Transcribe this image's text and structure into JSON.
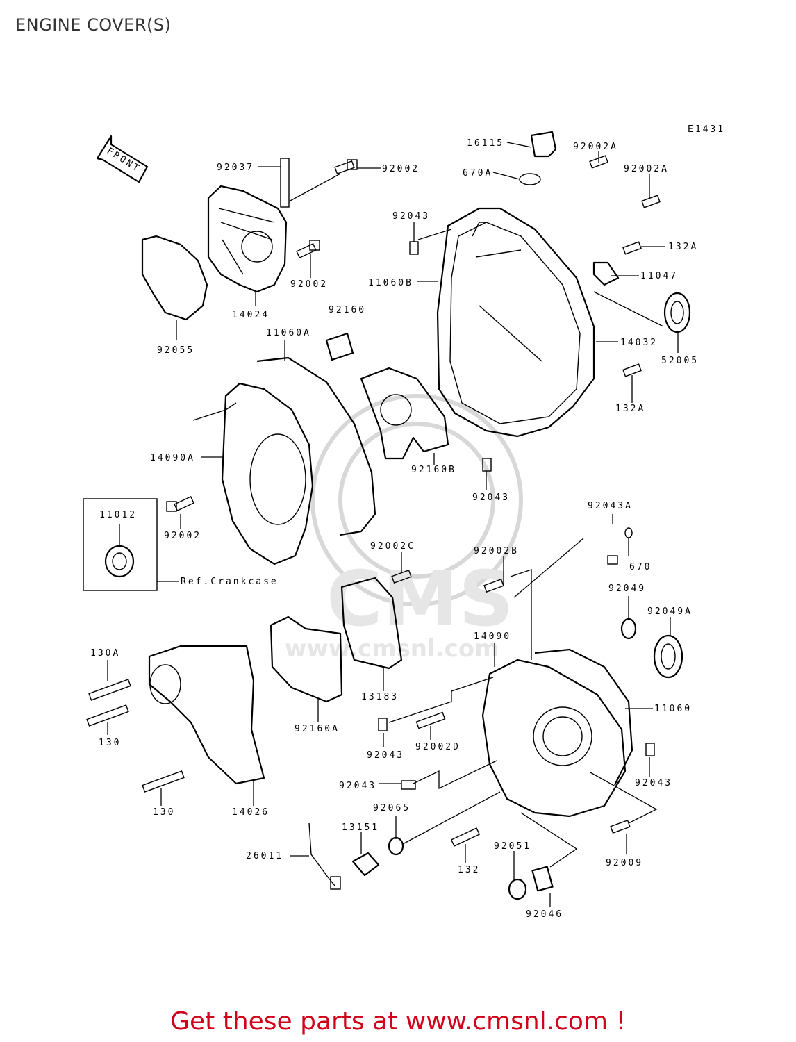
{
  "page": {
    "title": "ENGINE COVER(S)",
    "promo": "Get these parts at www.cmsnl.com !",
    "figure_code": "E1431",
    "direction_badge": "FRONT",
    "ref_box_label": "Ref.Crankcase",
    "watermark": "CMS",
    "watermark_url": "www.cmsnl.com"
  },
  "labels": {
    "l92037": "92037",
    "l92002_top": "92002",
    "l92002_mid": "92002",
    "l14024": "14024",
    "l92055": "92055",
    "l16115": "16115",
    "l670A": "670A",
    "l92002A_1": "92002A",
    "l92002A_2": "92002A",
    "l92043_a": "92043",
    "l11060B": "11060B",
    "l132A_1": "132A",
    "l11047": "11047",
    "l52005": "52005",
    "l14032": "14032",
    "l132A_2": "132A",
    "l92160": "92160",
    "l11060A": "11060A",
    "l14090A": "14090A",
    "l92160B": "92160B",
    "l92043_b": "92043",
    "l11012": "11012",
    "l92002_left": "92002",
    "l92043A": "92043A",
    "l670": "670",
    "l92002C": "92002C",
    "l92002B": "92002B",
    "l92049": "92049",
    "l92049A": "92049A",
    "l14090": "14090",
    "l11060": "11060",
    "l130A": "130A",
    "l130_a": "130",
    "l13183": "13183",
    "l92160A": "92160A",
    "l92043_c": "92043",
    "l92002D": "92002D",
    "l92043_d": "92043",
    "l92043_e": "92043",
    "l130_b": "130",
    "l14026": "14026",
    "l92065": "92065",
    "l13151": "13151",
    "l26011": "26011",
    "l132": "132",
    "l92051": "92051",
    "l92009": "92009",
    "l92046": "92046"
  }
}
